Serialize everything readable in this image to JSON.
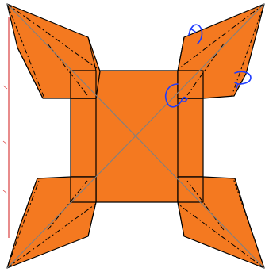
{
  "diagram": {
    "fill_color": "#F47920",
    "stroke_color": "#000000",
    "diagonal_color": "#808080",
    "arrow_color": "#1E3CFF",
    "edge_line_color": "#D84040",
    "flaps": [
      "top-left",
      "top-right",
      "bottom-left",
      "bottom-right"
    ],
    "annotations": [
      "rotate-arrow-top",
      "rotate-arrow-right",
      "rotate-arrow-center"
    ]
  }
}
